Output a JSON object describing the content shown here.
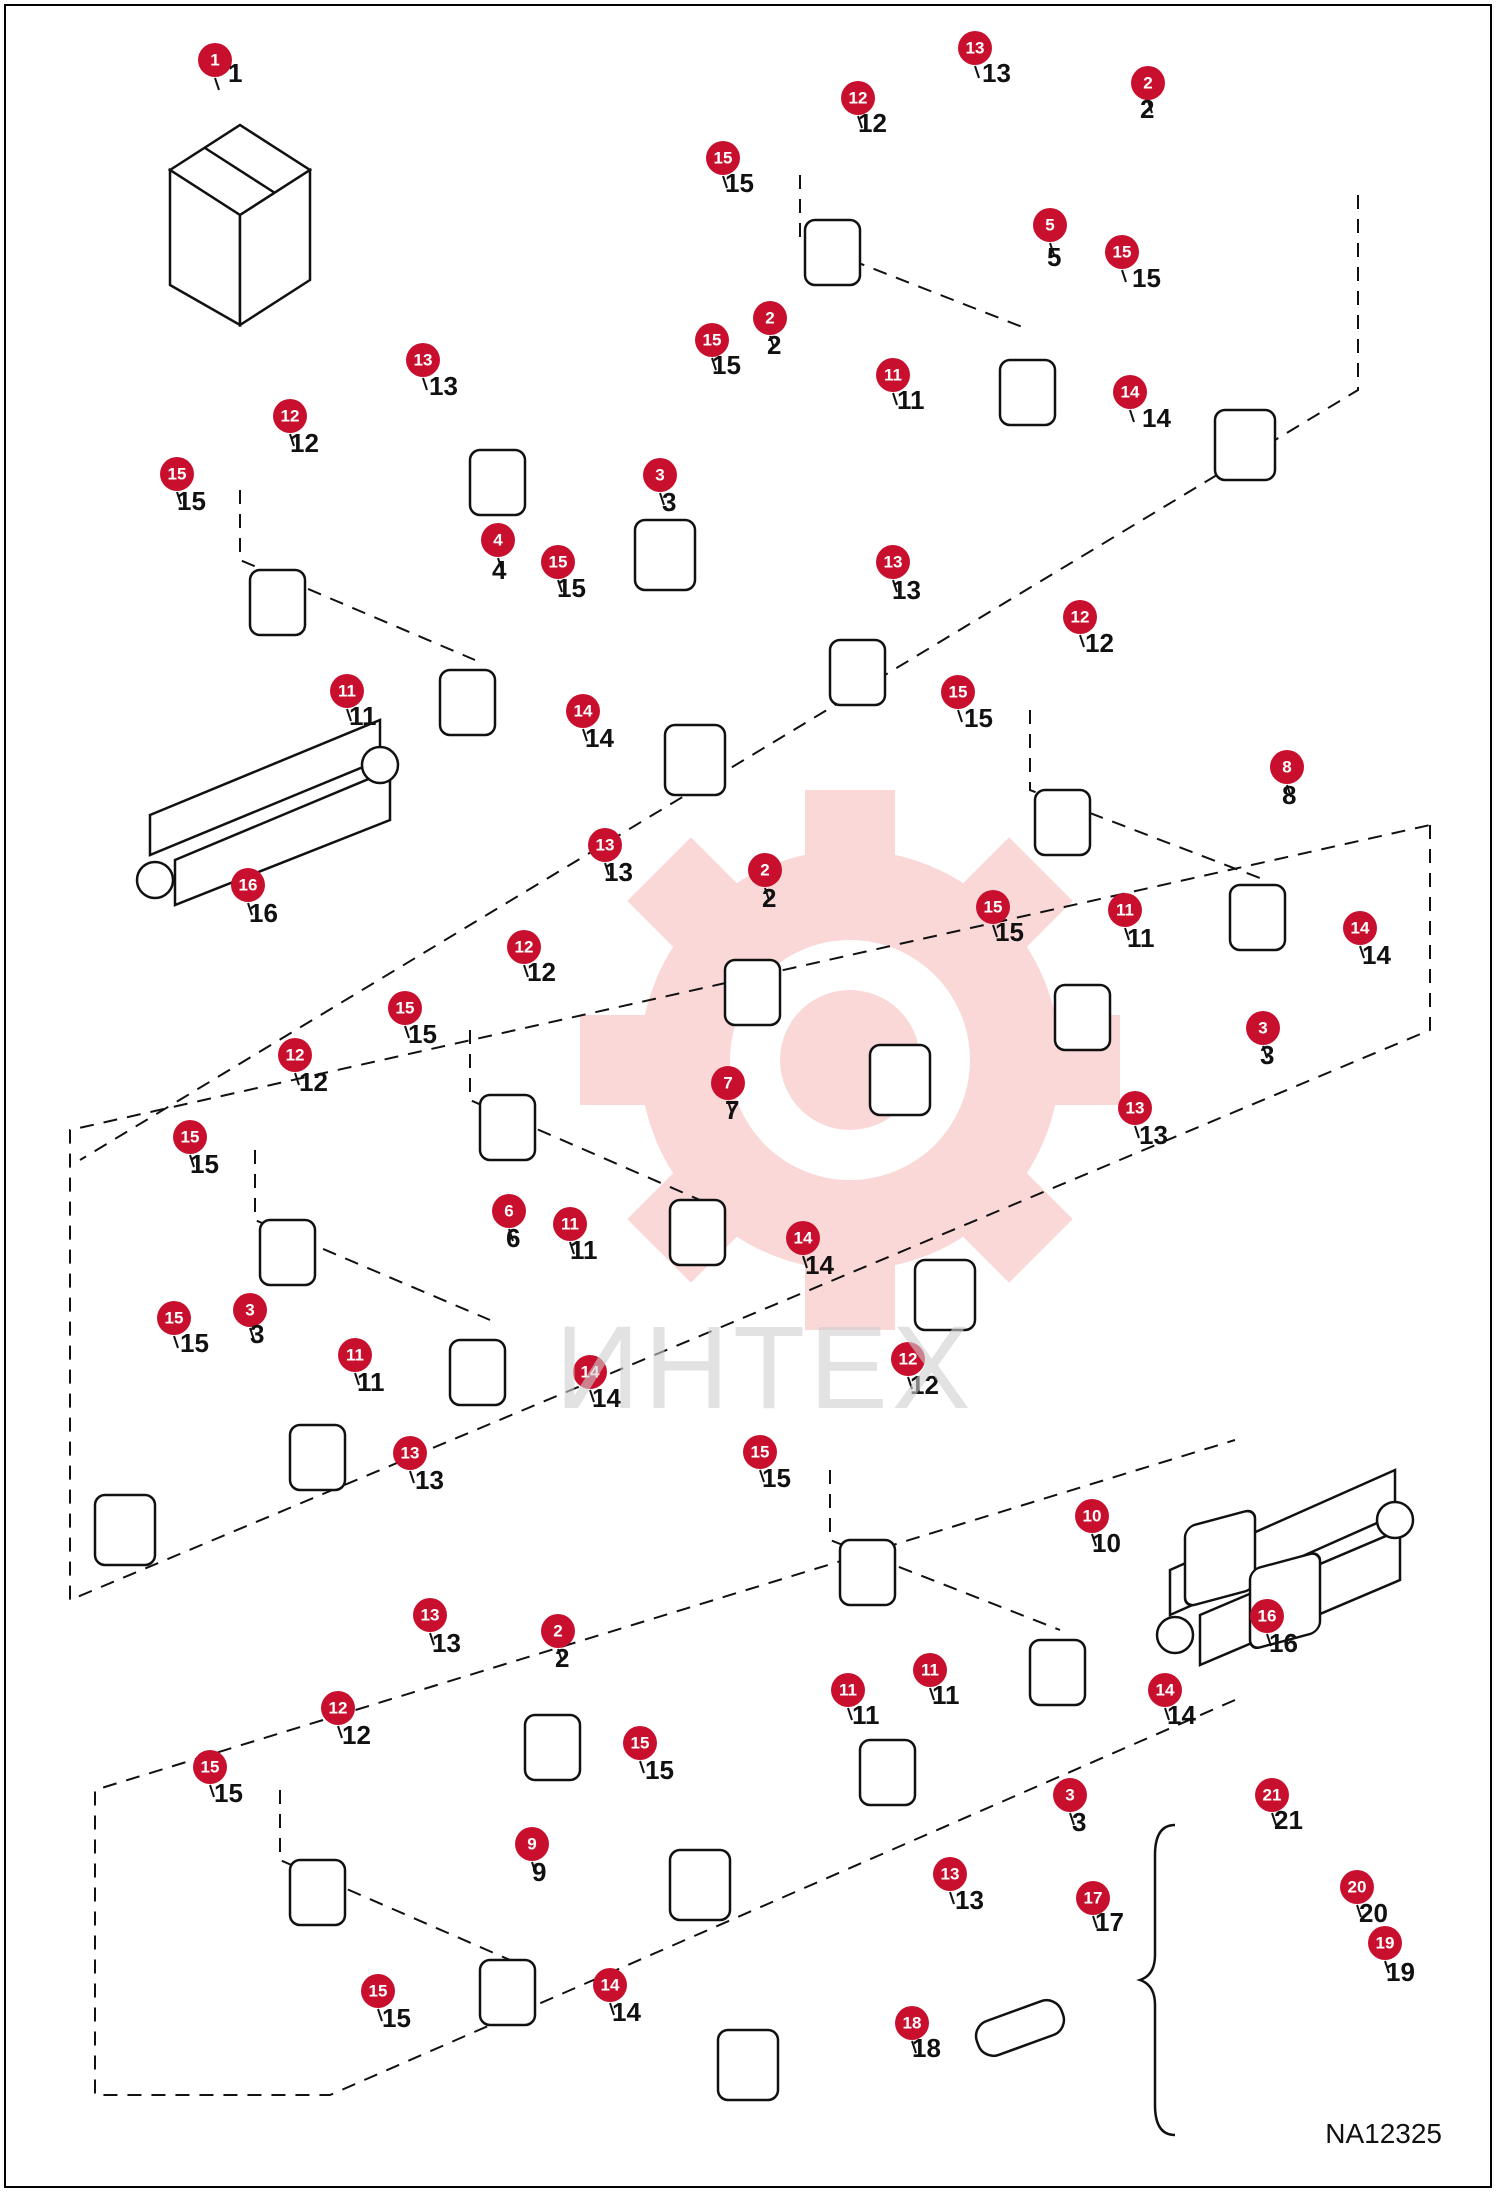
{
  "document_code": "NA12325",
  "watermark": {
    "text": "ИНТЕХ",
    "color": "#f4b4b4"
  },
  "colors": {
    "callout": "#c8102e",
    "line": "#111111",
    "part_fill": "#ffffff"
  },
  "callouts": [
    {
      "n": "1"
    },
    {
      "n": "13"
    },
    {
      "n": "2"
    },
    {
      "n": "12"
    },
    {
      "n": "15"
    },
    {
      "n": "5"
    },
    {
      "n": "15"
    },
    {
      "n": "2"
    },
    {
      "n": "15"
    },
    {
      "n": "11"
    },
    {
      "n": "14"
    },
    {
      "n": "13"
    },
    {
      "n": "12"
    },
    {
      "n": "15"
    },
    {
      "n": "3"
    },
    {
      "n": "4"
    },
    {
      "n": "15"
    },
    {
      "n": "13"
    },
    {
      "n": "11"
    },
    {
      "n": "14"
    },
    {
      "n": "16"
    },
    {
      "n": "12"
    },
    {
      "n": "15"
    },
    {
      "n": "8"
    },
    {
      "n": "11"
    },
    {
      "n": "14"
    },
    {
      "n": "13"
    },
    {
      "n": "2"
    },
    {
      "n": "15"
    },
    {
      "n": "12"
    },
    {
      "n": "15"
    },
    {
      "n": "7"
    },
    {
      "n": "3"
    },
    {
      "n": "13"
    },
    {
      "n": "12"
    },
    {
      "n": "15"
    },
    {
      "n": "6"
    },
    {
      "n": "11"
    },
    {
      "n": "14"
    },
    {
      "n": "15"
    },
    {
      "n": "3"
    },
    {
      "n": "11"
    },
    {
      "n": "14"
    },
    {
      "n": "13"
    },
    {
      "n": "12"
    },
    {
      "n": "15"
    },
    {
      "n": "10"
    },
    {
      "n": "16"
    },
    {
      "n": "11"
    },
    {
      "n": "14"
    },
    {
      "n": "13"
    },
    {
      "n": "2"
    },
    {
      "n": "12"
    },
    {
      "n": "15"
    },
    {
      "n": "15"
    },
    {
      "n": "9"
    },
    {
      "n": "11"
    },
    {
      "n": "14"
    },
    {
      "n": "15"
    },
    {
      "n": "3"
    },
    {
      "n": "13"
    },
    {
      "n": "21"
    },
    {
      "n": "17"
    },
    {
      "n": "20"
    },
    {
      "n": "19"
    },
    {
      "n": "18"
    }
  ]
}
